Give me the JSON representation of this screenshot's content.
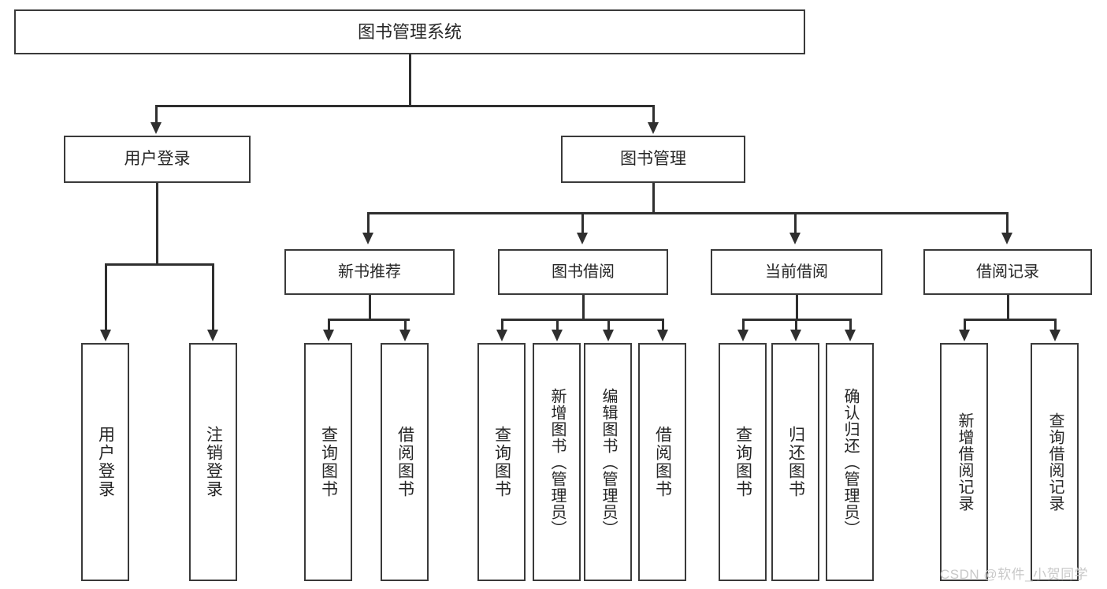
{
  "diagram": {
    "type": "tree-hierarchy-flowchart",
    "title": "图书管理系统",
    "colors": {
      "box_border": "#3a3a3a",
      "box_fill": "#ffffff",
      "edge": "#2f2f2f",
      "text": "#262626",
      "background": "#ffffff",
      "watermark": "#c9c9c9"
    },
    "root": {
      "id": "root",
      "label": "图书管理系统"
    },
    "level1": [
      {
        "id": "user-login",
        "label": "用户登录"
      },
      {
        "id": "book-management",
        "label": "图书管理"
      }
    ],
    "level2": [
      {
        "id": "new-book-recommend",
        "label": "新书推荐",
        "parent": "book-management"
      },
      {
        "id": "book-borrow",
        "label": "图书借阅",
        "parent": "book-management"
      },
      {
        "id": "current-borrow",
        "label": "当前借阅",
        "parent": "book-management"
      },
      {
        "id": "borrow-record",
        "label": "借阅记录",
        "parent": "book-management"
      }
    ],
    "leaves": {
      "user-login": [
        {
          "id": "leaf-user-login",
          "label": "用户登录"
        },
        {
          "id": "leaf-user-logout",
          "label": "注销登录"
        }
      ],
      "new-book-recommend": [
        {
          "id": "leaf-query-book-1",
          "label": "查询图书"
        },
        {
          "id": "leaf-borrow-book-1",
          "label": "借阅图书"
        }
      ],
      "book-borrow": [
        {
          "id": "leaf-query-book-2",
          "label": "查询图书"
        },
        {
          "id": "leaf-add-book",
          "label": "新增图书（管理员）"
        },
        {
          "id": "leaf-edit-book",
          "label": "编辑图书（管理员）"
        },
        {
          "id": "leaf-borrow-book-2",
          "label": "借阅图书"
        }
      ],
      "current-borrow": [
        {
          "id": "leaf-query-book-3",
          "label": "查询图书"
        },
        {
          "id": "leaf-return-book",
          "label": "归还图书"
        },
        {
          "id": "leaf-confirm-return",
          "label": "确认归还（管理员）"
        }
      ],
      "borrow-record": [
        {
          "id": "leaf-add-record",
          "label": "新增借阅记录"
        },
        {
          "id": "leaf-query-record",
          "label": "查询借阅记录"
        }
      ]
    }
  },
  "watermark": {
    "text": "CSDN @软件_小贺同学"
  }
}
